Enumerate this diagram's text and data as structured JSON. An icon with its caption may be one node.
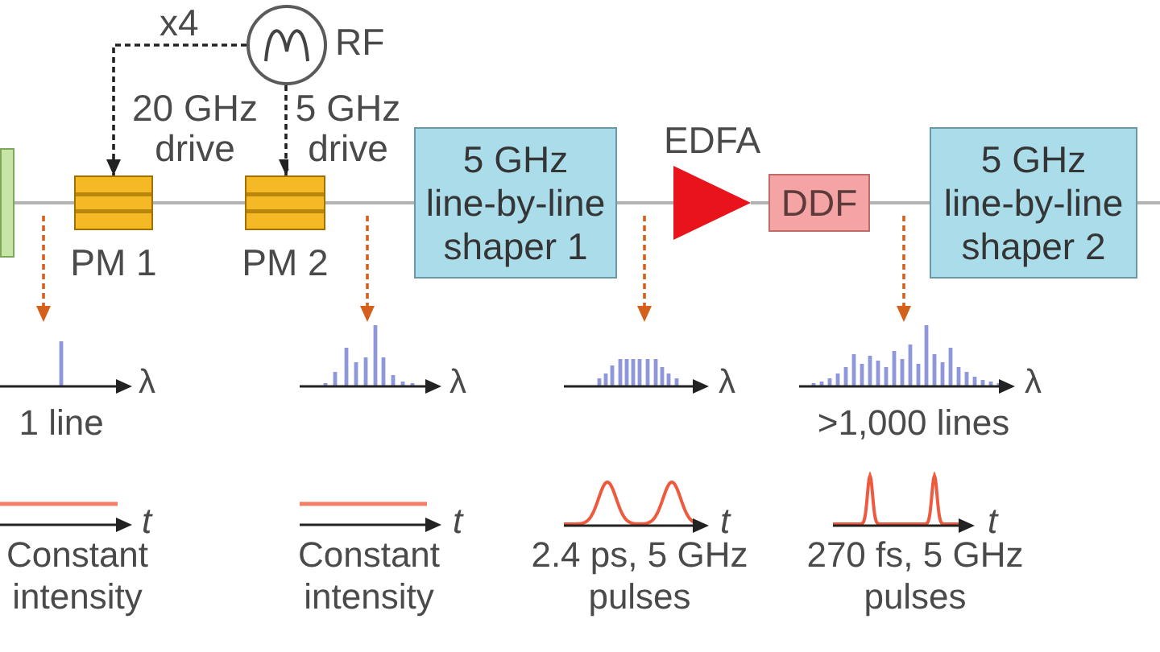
{
  "diagram": {
    "nodes": [
      {
        "text": [
          "RF"
        ]
      },
      {
        "text": [],
        "shape": "box"
      },
      {
        "text": [
          "PM 1"
        ]
      },
      {
        "text": [
          "PM 2"
        ]
      },
      {
        "text": [
          "5 GHz line-by-line shaper 1"
        ]
      },
      {
        "text": [
          "EDFA"
        ]
      },
      {
        "text": [
          "DDF"
        ]
      },
      {
        "text": [
          "5 GHz line-by-line shaper 2"
        ]
      },
      {
        "text": [
          "λ"
        ],
        "beside": [
          "1 line"
        ]
      },
      {
        "text": [
          "λ"
        ]
      },
      {
        "text": [
          "λ"
        ]
      },
      {
        "text": [
          "λ"
        ],
        "beside": [
          ">1,000 lines"
        ]
      },
      {
        "text": [
          "t"
        ],
        "beside": [
          "Constant intensity"
        ]
      },
      {
        "text": [
          "t"
        ],
        "beside": [
          "Constant intensity"
        ]
      },
      {
        "text": [
          "t"
        ],
        "beside": [
          "2.4 ps, 5 GHz pulses"
        ]
      },
      {
        "text": [
          "t"
        ],
        "beside": [
          "270 fs, 5 GHz pulses"
        ]
      }
    ],
    "edges": [
      {
        "from": 1,
        "to": 2,
        "arrow": "none"
      },
      {
        "from": 2,
        "to": 3,
        "arrow": "none"
      },
      {
        "from": 3,
        "to": 4,
        "arrow": "none"
      },
      {
        "from": 4,
        "to": 5,
        "arrow": "none"
      },
      {
        "from": 5,
        "to": 6,
        "arrow": "none"
      },
      {
        "from": 6,
        "to": 7,
        "arrow": "none"
      },
      {
        "from": 7,
        "to": null,
        "arrow": "none"
      },
      {
        "from": 0,
        "to": 2,
        "arrow": "to",
        "label": "20 GHz drive",
        "style": "dashed",
        "color": "#222222"
      },
      {
        "from": 0,
        "to": 3,
        "arrow": "to",
        "label": "5 GHz drive",
        "style": "dashed",
        "color": "#222222"
      },
      {
        "from": null,
        "to": 8,
        "arrow": "to",
        "style": "dashed",
        "color": "#d5601c"
      },
      {
        "from": null,
        "to": 9,
        "arrow": "to",
        "style": "dashed",
        "color": "#d5601c"
      },
      {
        "from": null,
        "to": 10,
        "arrow": "to",
        "style": "dashed",
        "color": "#d5601c"
      },
      {
        "from": null,
        "to": 11,
        "arrow": "to",
        "style": "dashed",
        "color": "#d5601c"
      }
    ],
    "labels": [
      "x4"
    ]
  }
}
